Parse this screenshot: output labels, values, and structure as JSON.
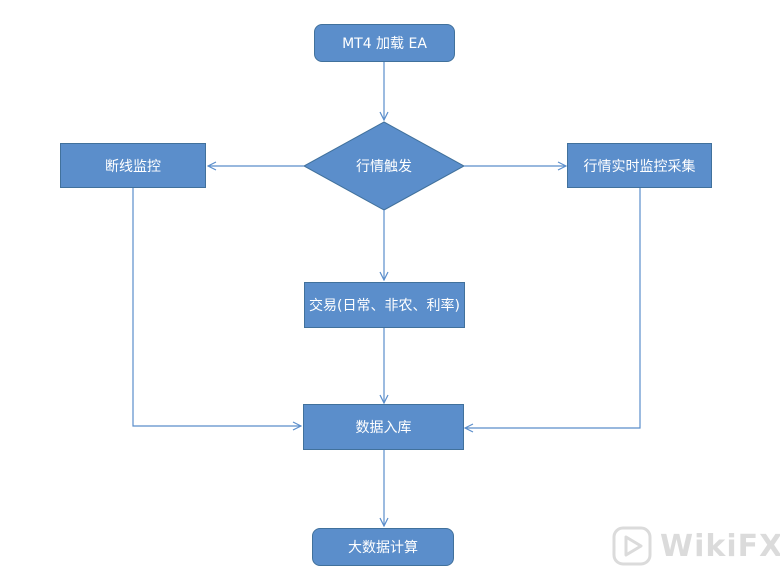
{
  "nodes": {
    "mt4_load": "MT4 加载 EA",
    "trigger": "行情触发",
    "disconnect": "断线监控",
    "realtime": "行情实时监控采集",
    "trade": "交易(日常、非农、利率)",
    "storage": "数据入库",
    "bigdata": "大数据计算"
  },
  "watermark": {
    "text": "WikiFX"
  },
  "colors": {
    "node_fill": "#5b8ecb",
    "node_border": "#41719c",
    "arrow": "#5b8ecb"
  }
}
